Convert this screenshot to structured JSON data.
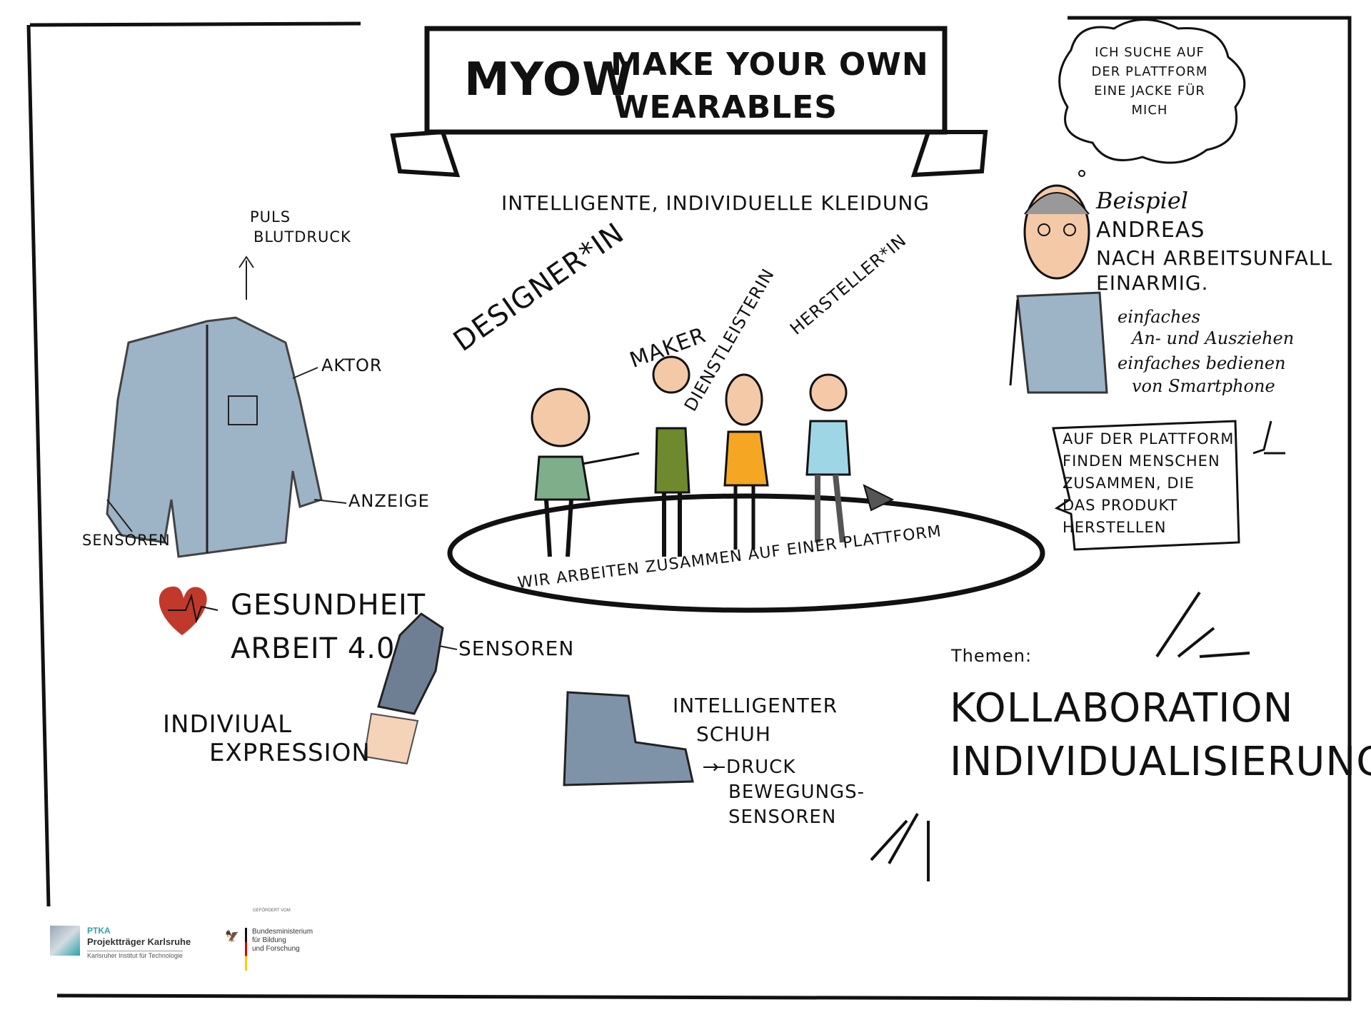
{
  "title": {
    "short": "MYOW",
    "long_line1": "Make your own",
    "long_line2": "Wearables"
  },
  "subtitle": "Intelligente, individuelle Kleidung",
  "thought_bubble": [
    "Ich suche auf",
    "der Plattform",
    "eine Jacke für",
    "mich"
  ],
  "jacket": {
    "puls": "Puls",
    "blutdruck": "Blutdruck",
    "aktor": "Aktor",
    "anzeige": "Anzeige",
    "sensoren": "Sensoren"
  },
  "health": {
    "gesundheit": "Gesundheit",
    "arbeit": "Arbeit 4.0"
  },
  "expression": [
    "Indiviual",
    "Expression"
  ],
  "glove": {
    "sensoren": "Sensoren"
  },
  "roles": [
    "Designer*in",
    "Maker",
    "Dienstleisterin",
    "Hersteller*in"
  ],
  "platform_text": "Wir arbeiten zusammen auf einer Plattform",
  "shoe": {
    "line1": "Intelligenter",
    "line2": "Schuh",
    "arrow": "→ Druck",
    "sensor1": "Bewegungs-",
    "sensor2": "Sensoren"
  },
  "example": {
    "heading": "Beispiel",
    "name": "Andreas",
    "line2": "nach Arbeitsunfall",
    "line3": "einarmig.",
    "bullet1a": "einfaches",
    "bullet1b": "An- und Ausziehen",
    "bullet2a": "einfaches bedienen",
    "bullet2b": "von Smartphone"
  },
  "speech_box": [
    "Auf der Plattform",
    "finden Menschen",
    "zusammen, die",
    "das Produkt",
    "herstellen"
  ],
  "themes": {
    "label": "Themen:",
    "items": [
      "Kollaboration",
      "Individualisierung"
    ]
  },
  "logos": {
    "ptka": {
      "abbr": "PTKA",
      "name": "Projektträger Karlsruhe",
      "sub": "Karlsruher Institut für Technologie"
    },
    "bmbf": {
      "funded": "Gefördert vom",
      "line1": "Bundesministerium",
      "line2": "für Bildung",
      "line3": "und Forschung"
    }
  },
  "colors": {
    "ink": "#111111",
    "denim": "#8da6bd",
    "green": "#7fae8a",
    "olive": "#6f8a2e",
    "orange": "#f5a623",
    "cyan": "#9fd6e6",
    "heart": "#c0392b",
    "skin": "#f3c9a8",
    "ptka_teal": "#2aa3a8"
  }
}
